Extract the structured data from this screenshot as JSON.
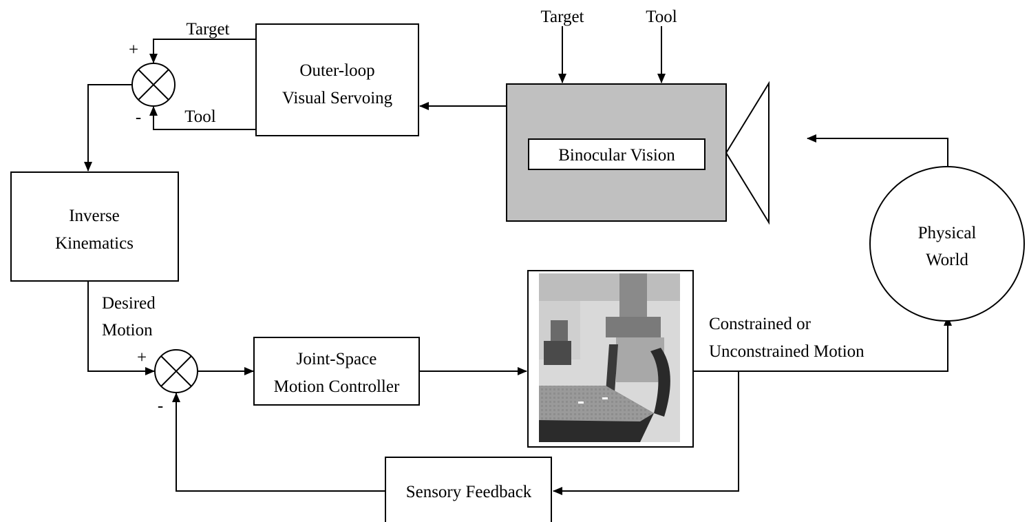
{
  "colors": {
    "line": "#000000",
    "vision_panel_fill": "#c0c0c0",
    "background": "#ffffff"
  },
  "blocks": {
    "outer_loop": {
      "line1": "Outer-loop",
      "line2": "Visual Servoing"
    },
    "binocular_vision": {
      "label": "Binocular Vision"
    },
    "inverse_kinematics": {
      "line1": "Inverse",
      "line2": "Kinematics"
    },
    "joint_space": {
      "line1": "Joint-Space",
      "line2": "Motion Controller"
    },
    "physical_world": {
      "line1": "Physical",
      "line2": "World"
    },
    "sensory_feedback": {
      "label": "Sensory Feedback"
    },
    "robot_photo": {
      "description": "robot-photo"
    }
  },
  "labels": {
    "top_target": "Target",
    "top_tool": "Tool",
    "vision_target": "Target",
    "vision_tool": "Tool",
    "desired_line1": "Desired",
    "desired_line2": "Motion",
    "constrained_line1": "Constrained or",
    "constrained_line2": "Unconstrained Motion",
    "sum1_plus": "+",
    "sum1_minus": "-",
    "sum2_plus": "+",
    "sum2_minus": "-"
  }
}
